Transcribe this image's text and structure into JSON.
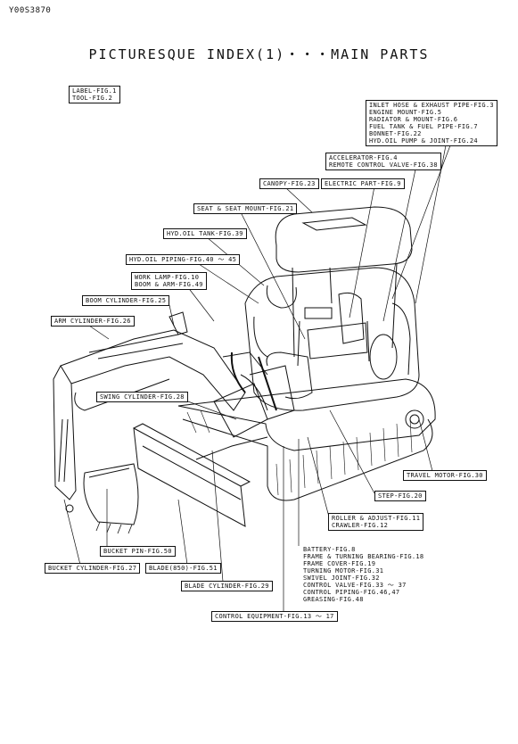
{
  "doc_code": "Y00S3870",
  "title": "PICTURESQUE INDEX(1)・・・MAIN PARTS",
  "labels": {
    "label_tool": [
      "LABEL-FIG.1",
      "TOOL-FIG.2"
    ],
    "engine_group": [
      "INLET HOSE & EXHAUST PIPE-FIG.3",
      "ENGINE MOUNT-FIG.5",
      "RADIATOR & MOUNT-FIG.6",
      "FUEL TANK & FUEL PIPE-FIG.7",
      "BONNET-FIG.22",
      "HYD.OIL PUMP & JOINT-FIG.24"
    ],
    "accelerator": [
      "ACCELERATOR-FIG.4",
      "REMOTE CONTROL VALVE-FIG.38"
    ],
    "canopy": "CANOPY-FIG.23",
    "electric": "ELECTRIC PART-FIG.9",
    "seat": "SEAT & SEAT MOUNT-FIG.21",
    "hyd_tank": "HYD.OIL TANK-FIG.39",
    "hyd_piping": "HYD.OIL PIPING-FIG.40 〜 45",
    "work_lamp": [
      "WORK LAMP-FIG.10",
      "BOOM & ARM-FIG.49"
    ],
    "boom_cyl": "BOOM CYLINDER-FIG.25",
    "arm_cyl": "ARM CYLINDER-FIG.26",
    "swing_cyl": "SWING CYLINDER-FIG.28",
    "travel_motor": "TRAVEL MOTOR-FIG.30",
    "step": "STEP-FIG.20",
    "roller": [
      "ROLLER & ADJUST-FIG.11",
      "CRAWLER-FIG.12"
    ],
    "frame_group": [
      "BATTERY-FIG.8",
      "FRAME & TURNING BEARING-FIG.18",
      "FRAME COVER-FIG.19",
      "TURNING MOTOR-FIG.31",
      "SWIVEL JOINT-FIG.32",
      "CONTROL VALVE-FIG.33 〜 37",
      "CONTROL PIPING-FIG.46,47",
      "GREASING-FIG.48"
    ],
    "bucket_pin": "BUCKET PIN-FIG.50",
    "bucket_cyl": "BUCKET CYLINDER-FIG.27",
    "blade": "BLADE(850)-FIG.51",
    "blade_cyl": "BLADE CYLINDER-FIG.29",
    "control_equip": "CONTROL EQUIPMENT-FIG.13 〜 17"
  }
}
